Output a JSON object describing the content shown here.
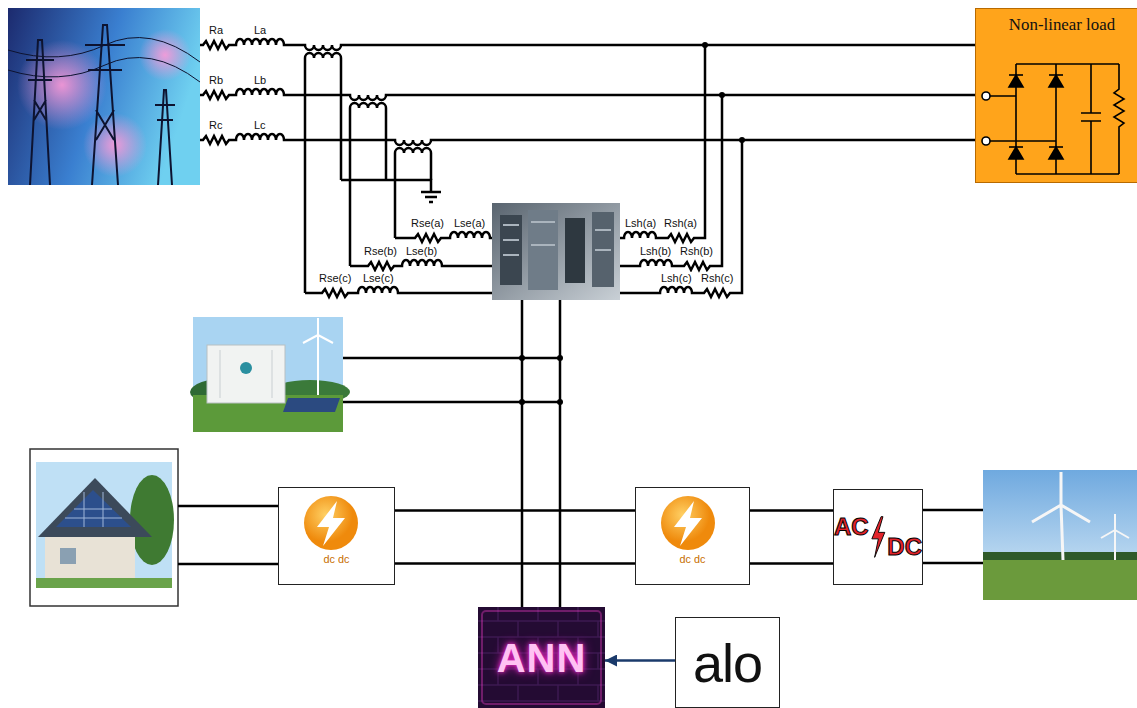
{
  "diagram": {
    "nodes": [
      {
        "text": [
          "Non-linear load"
        ]
      },
      {
        "text": [
          "dc dc"
        ]
      },
      {
        "text": [
          "dc dc"
        ]
      },
      {
        "text": [
          "AC",
          "DC"
        ]
      },
      {
        "text": [
          "ANN"
        ]
      },
      {
        "text": [
          "alo"
        ]
      }
    ],
    "edges": [
      {
        "from": 1,
        "to": 2,
        "arrow": "none"
      },
      {
        "from": 2,
        "to": 3,
        "arrow": "none"
      },
      {
        "from": 5,
        "to": 4,
        "arrow": "to"
      }
    ],
    "labels": [
      "Ra",
      "La",
      "Rb",
      "Lb",
      "Rc",
      "Lc",
      "Rse(a)",
      "Lse(a)",
      "Rse(b)",
      "Lse(b)",
      "Rse(c)",
      "Lse(c)",
      "Lsh(a)",
      "Rsh(a)",
      "Lsh(b)",
      "Rsh(b)",
      "Lsh(c)",
      "Rsh(c)"
    ]
  }
}
